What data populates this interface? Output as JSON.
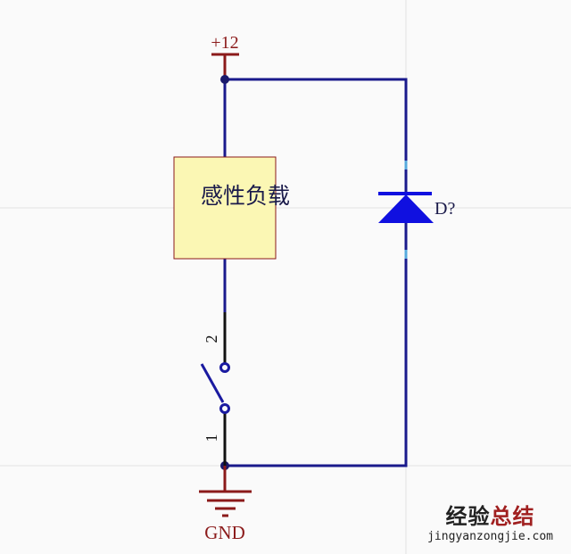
{
  "power_label": "+12",
  "load_label": "感性负载",
  "diode_label": "D?",
  "switch_pin_top": "2",
  "switch_pin_bottom": "1",
  "ground_label": "GND",
  "watermark": {
    "part1": "经验",
    "part2": "总结",
    "url": "jingyanzongjie.com"
  },
  "colors": {
    "wire": "#1a1a8c",
    "power": "#8b1a1a",
    "diode": "#1010e0",
    "load_fill": "#fbf7b4",
    "pin": "#111111"
  }
}
